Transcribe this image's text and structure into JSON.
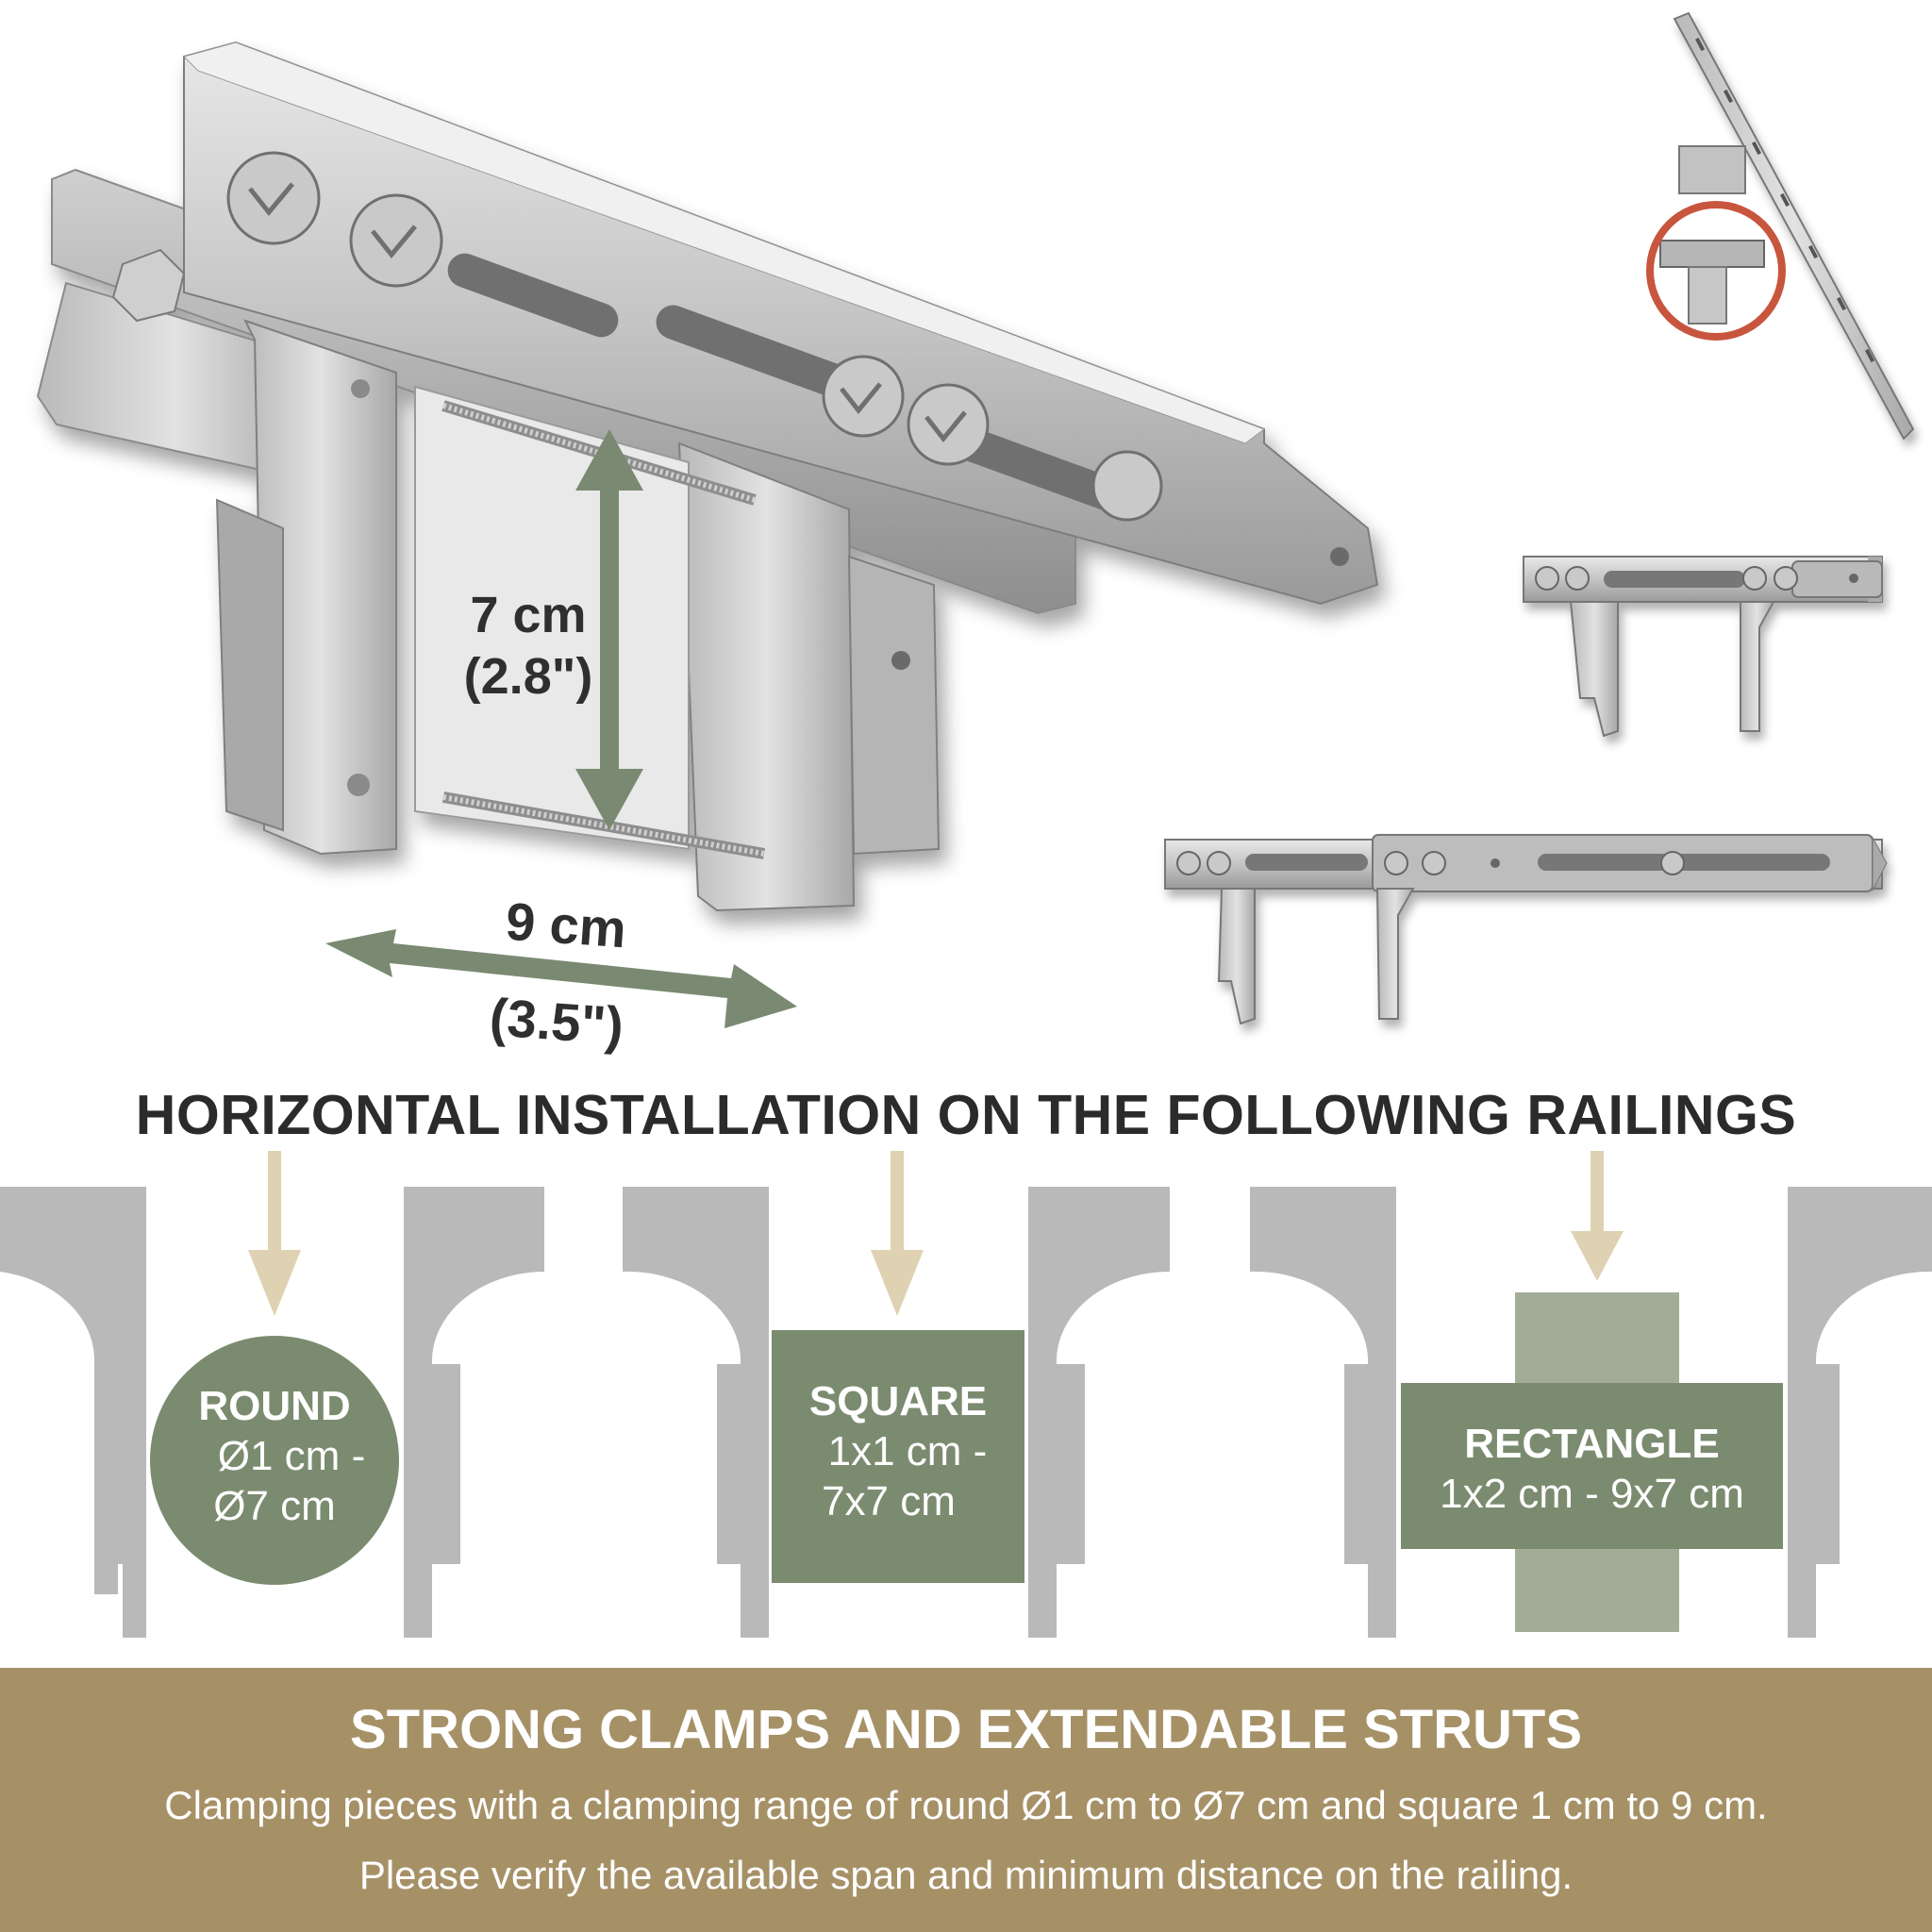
{
  "product_view": {
    "main_image": "bracket-clamp-photo",
    "dimension_height": {
      "value": "7 cm",
      "imperial": "(2.8\")"
    },
    "dimension_width": {
      "value": "9 cm",
      "imperial": "(3.5\")"
    },
    "thumbnails": [
      "mounted-pole-thumbnail",
      "short-strut-thumbnail",
      "extended-strut-thumbnail"
    ],
    "highlight_color": "#c8553d"
  },
  "colors": {
    "arrow_green": "#7a8a72",
    "arrow_tan": "#dfd2b3",
    "profile_gray": "#b8b8b8",
    "shape_green": "#7b8b6f",
    "shape_light_green": "#a2ad98",
    "banner_brown": "#a69167"
  },
  "installation": {
    "heading": "HORIZONTAL INSTALLATION ON THE FOLLOWING RAILINGS",
    "railings": [
      {
        "name": "ROUND",
        "line1": "Ø1 cm -",
        "line2": "Ø7 cm"
      },
      {
        "name": "SQUARE",
        "line1": "1x1 cm -",
        "line2": "7x7 cm"
      },
      {
        "name": "RECTANGLE",
        "line1": "1x2 cm - 9x7 cm"
      }
    ]
  },
  "banner": {
    "title": "STRONG CLAMPS AND EXTENDABLE STRUTS",
    "line1": "Clamping pieces with a clamping range of round Ø1 cm to Ø7 cm and square 1 cm to 9 cm.",
    "line2": "Please verify the available span and minimum distance on the railing."
  }
}
